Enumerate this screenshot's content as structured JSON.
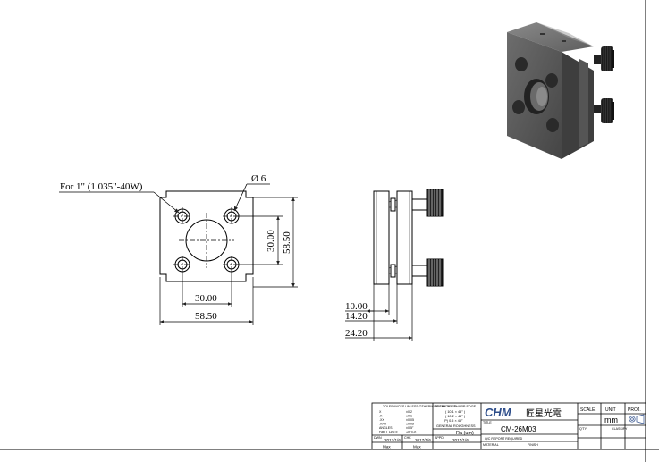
{
  "drawing": {
    "callout": "For 1\" (1.035\"-40W)",
    "hole_dia": "Ø 6",
    "front_view": {
      "dim_hole_spacing_h": "30.00",
      "dim_width": "58.50",
      "dim_hole_spacing_v": "30.00",
      "dim_height": "58.50"
    },
    "side_view": {
      "dim_a": "10.00",
      "dim_b": "14.20",
      "dim_c": "24.20"
    }
  },
  "title_block": {
    "tolerances": {
      "title": "TOLERANCES UNLESS OTHERWISE SPECIFIED",
      "rows": [
        {
          "k": "X",
          "v": "±0.2"
        },
        {
          "k": ".X",
          "v": "±0.1"
        },
        {
          "k": ".XX",
          "v": "±0.05"
        },
        {
          "k": ".XXX",
          "v": "±0.02"
        },
        {
          "k": "ANGLES",
          "v": "±0.5°"
        },
        {
          "k": "DRILL HOLE",
          "v": "+0.1/-0"
        }
      ]
    },
    "edges": {
      "title": "BREAK ALL SHARP EDGE",
      "line1": "( 10.1 × 45° )",
      "line2": "( 10.2 × 45° )",
      "line3": "(P) 0.5 × 45°",
      "roughness_title": "GENERAL ROUGHNESS",
      "ra": "Ra (um)"
    },
    "logo": "CHM",
    "company": "匠星光電",
    "title_label": "TITLE",
    "part_no": "CM-26M03",
    "qc_note": "Q/C REPORT REQUIRED",
    "material_label": "MATERIAL",
    "finish_label": "FINISH",
    "qty_label": "Q'TY",
    "scale_label": "SCALE",
    "unit_label": "UNIT",
    "unit": "mm",
    "proj_label": "PROJ.",
    "classify_label": "CLASSIFY",
    "dwn_label": "DWN",
    "dwn_date": "2017/1/6",
    "dwn_name": "Max",
    "chk_label": "CHK",
    "chk_date": "2017/1/6",
    "chk_name": "Max",
    "appd_label": "APPD",
    "appd_date": "2017/1/6"
  }
}
